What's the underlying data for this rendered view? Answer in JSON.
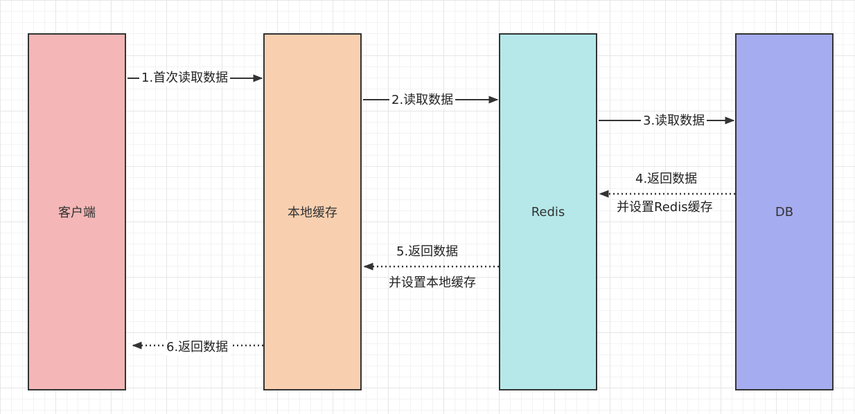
{
  "colors": {
    "client": "#f4b6b6",
    "local_cache": "#f8d0b0",
    "redis": "#b6e8e9",
    "db": "#a6acf0",
    "line": "#333333"
  },
  "nodes": {
    "client": "客户端",
    "local_cache": "本地缓存",
    "redis": "Redis",
    "db": "DB"
  },
  "edges": [
    {
      "label": "1.首次读取数据",
      "from": "客户端",
      "to": "本地缓存",
      "style": "solid"
    },
    {
      "label": "2.读取数据",
      "from": "本地缓存",
      "to": "Redis",
      "style": "solid"
    },
    {
      "label": "3.读取数据",
      "from": "Redis",
      "to": "DB",
      "style": "solid"
    },
    {
      "label": "4.返回数据",
      "sublabel": "并设置Redis缓存",
      "from": "DB",
      "to": "Redis",
      "style": "dotted"
    },
    {
      "label": "5.返回数据",
      "sublabel": "并设置本地缓存",
      "from": "Redis",
      "to": "本地缓存",
      "style": "dotted"
    },
    {
      "label": "6.返回数据",
      "from": "本地缓存",
      "to": "客户端",
      "style": "dotted"
    }
  ]
}
